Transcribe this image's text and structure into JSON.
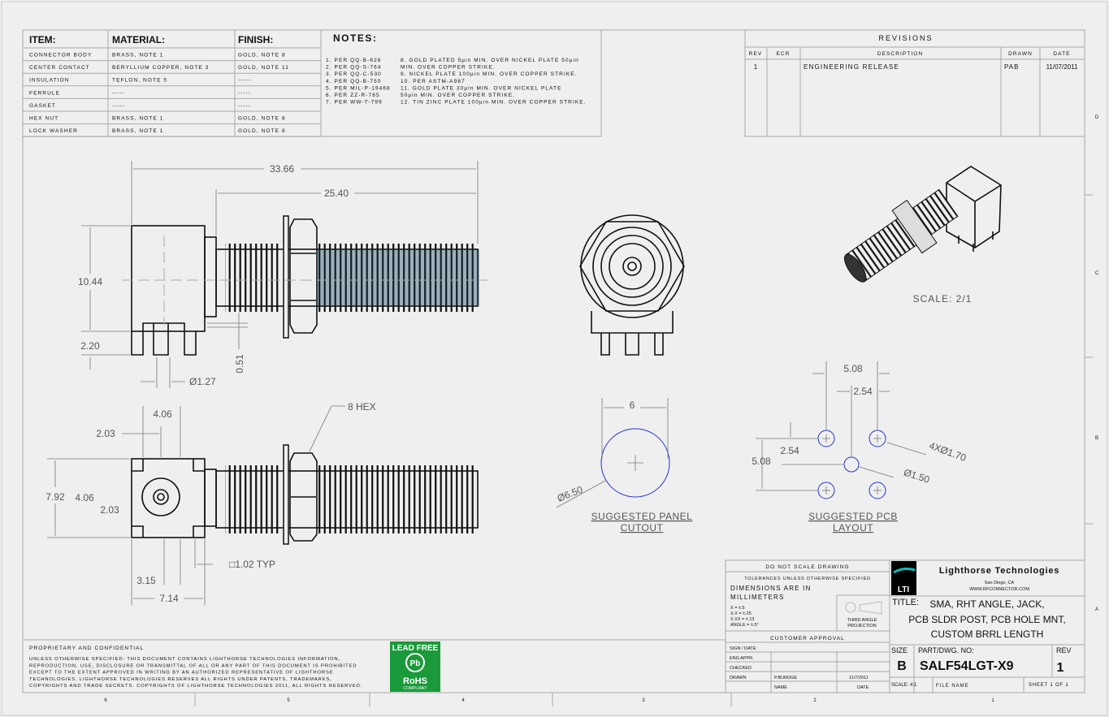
{
  "materials": {
    "headers": [
      "ITEM:",
      "MATERIAL:",
      "FINISH:"
    ],
    "rows": [
      [
        "CONNECTOR BODY",
        "BRASS, NOTE 1",
        "GOLD, NOTE 8"
      ],
      [
        "CENTER CONTACT",
        "BERYLLIUM COPPER, NOTE 3",
        "GOLD, NOTE 11"
      ],
      [
        "INSULATION",
        "TEFLON, NOTE 5",
        "-----"
      ],
      [
        "FERRULE",
        "-----",
        "-----"
      ],
      [
        "GASKET",
        "-----",
        "-----"
      ],
      [
        "HEX NUT",
        "BRASS, NOTE 1",
        "GOLD, NOTE 8"
      ],
      [
        "LOCK WASHER",
        "BRASS, NOTE 1",
        "GOLD, NOTE 8"
      ]
    ]
  },
  "notes": {
    "title": "NOTES:",
    "left": [
      "1. PER QQ-B-626",
      "2. PER QQ-S-764",
      "3. PER QQ-C-530",
      "4. PER QQ-B-750",
      "5. PER MIL-P-19468",
      "6. PER ZZ-R-765",
      "7. PER WW-T-799"
    ],
    "right": [
      "8. GOLD PLATED 5µin MIN. OVER NICKEL PLATE 50µin",
      "    MIN. OVER COPPER STRIKE.",
      "9. NICKEL PLATE 100µin MIN. OVER COPPER STRIKE.",
      "10. PER ASTM-A967",
      "11. GOLD PLATE 30µin MIN. OVER NICKEL PLATE",
      "    50µin MIN. OVER COPPER STRIKE.",
      "12. TIN ZINC PLATE 100µin MIN. OVER COPPER STRIKE."
    ]
  },
  "revisions": {
    "title": "REVISIONS",
    "headers": [
      "REV",
      "ECR",
      "DESCRIPTION",
      "DRAWN",
      "DATE"
    ],
    "rows": [
      [
        "1",
        "",
        "ENGINEERING RELEASE",
        "PAB",
        "11/07/2011"
      ]
    ]
  },
  "dimensions": {
    "overall_length": "33.66",
    "barrel_length": "25.40",
    "body_height": "10.44",
    "pin_length": "2.20",
    "standoff": "0.51",
    "pin_dia": "Ø1.27",
    "bottom_width": "4.06",
    "bottom_offset": "2.03",
    "bottom_height": "7.92",
    "bottom_inner": "4.06",
    "bottom_inner_offset": "2.03",
    "pin_spacing": "3.15",
    "bottom_total": "7.14",
    "pin_square": "□1.02 TYP",
    "hex": "8 HEX",
    "panel_width": "6",
    "panel_dia": "Ø6.50",
    "pcb_outer": "5.08",
    "pcb_inner": "2.54",
    "pcb_inner_v": "2.54",
    "pcb_outer_v": "5.08",
    "pcb_ground_holes": "4XØ1.70",
    "pcb_center_hole": "Ø1.50"
  },
  "labels": {
    "iso_scale": "SCALE: 2/1",
    "panel_cutout": [
      "SUGGESTED PANEL",
      "CUTOUT"
    ],
    "pcb_layout": [
      "SUGGESTED PCB",
      "LAYOUT"
    ]
  },
  "proprietary": {
    "title": "PROPRIETARY AND CONFIDENTIAL",
    "lines": [
      "UNLESS OTHERWISE SPECIFIED: THIS DOCUMENT CONTAINS LIGHTHORSE TECHNOLOGIES INFORMATION,",
      "REPRODUCTION, USE, DISCLOSURE OR TRANSMITTAL OF ALL OR ANY PART OF THIS DOCUMENT IS PROHIBITED",
      "EXCEPT TO THE EXTENT APPROVED IN WRITING BY AN AUTHORIZED REPRESENTATIVE OF LIGHTHORSE",
      "TECHNOLOGIES. LIGHTHORSE TECHNOLOGIES RESERVES ALL RIGHTS UNDER PATENTS, TRADEMARKS,",
      "COPYRIGHTS AND TRADE SECRETS. COPYRIGHTS OF LIGHTHORSE TECHNOLOGIES 2011, ALL RIGHTS RESERVED."
    ]
  },
  "badge": {
    "top": "LEAD FREE",
    "mid": "Pb",
    "bottom": "RoHS",
    "sub": "COMPLIANT",
    "color": "#1a9a3a"
  },
  "title_block": {
    "do_not_scale": "DO NOT SCALE DRAWING",
    "tolerances": "TOLERANCES UNLESS OTHERWISE SPECIFIED",
    "units": [
      "DIMENSIONS ARE IN",
      "MILLIMETERS"
    ],
    "tol_rows": [
      "X      = ±.5",
      "X.X     = ±.25",
      "X.XX    = ±.13",
      "ANGLE = ±.5°"
    ],
    "projection": [
      "THIRD ANGLE",
      "PROJECTION"
    ],
    "customer_approval": "CUSTOMER APPROVAL",
    "sign_date": "SIGN / DATE:",
    "eng_appr": "ENG APPR.",
    "checked": "CHECKED",
    "drawn": "DRAWN",
    "drawn_by": "P.BURDGE",
    "drawn_date": "11/7/2011",
    "name": "NAME",
    "date": "DATE",
    "logo_text": "LTI",
    "company": "Lighthorse Technologies",
    "city": "San Diego, CA",
    "website": "WWW.RFCONNECTOR.COM",
    "title_label": "TITLE:",
    "title_lines": [
      "SMA, RHT ANGLE, JACK,",
      "PCB SLDR POST, PCB HOLE MNT,",
      "CUSTOM BRRL LENGTH"
    ],
    "size_label": "SIZE",
    "size": "B",
    "part_label": "PART/DWG.  NO:",
    "part_no": "SALF54LGT-X9",
    "rev_label": "REV",
    "rev": "1",
    "scale": "SCALE: 4:1",
    "file_name": "FILE NAME",
    "sheet": "SHEET 1 OF 1"
  },
  "zones": {
    "columns": [
      "6",
      "5",
      "4",
      "3",
      "2",
      "1"
    ],
    "rows": [
      "D",
      "C",
      "B",
      "A"
    ]
  }
}
